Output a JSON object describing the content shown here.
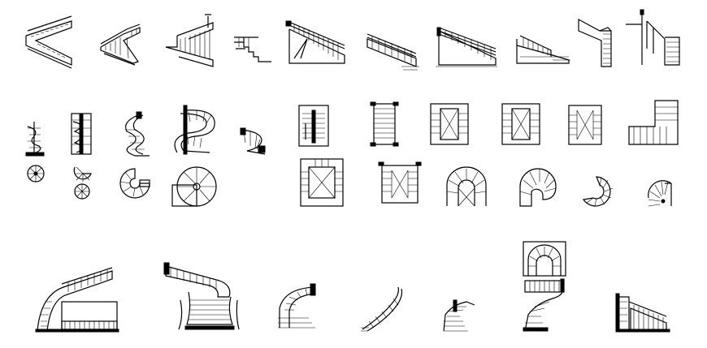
{
  "sheet": {
    "background": "#ffffff",
    "line_color": "#000000",
    "rows": [
      {
        "name": "stair-elevations-row",
        "count": 10
      },
      {
        "name": "stair-plans-row",
        "count": 18
      },
      {
        "name": "grand-staircase-row",
        "count": 8
      }
    ]
  }
}
